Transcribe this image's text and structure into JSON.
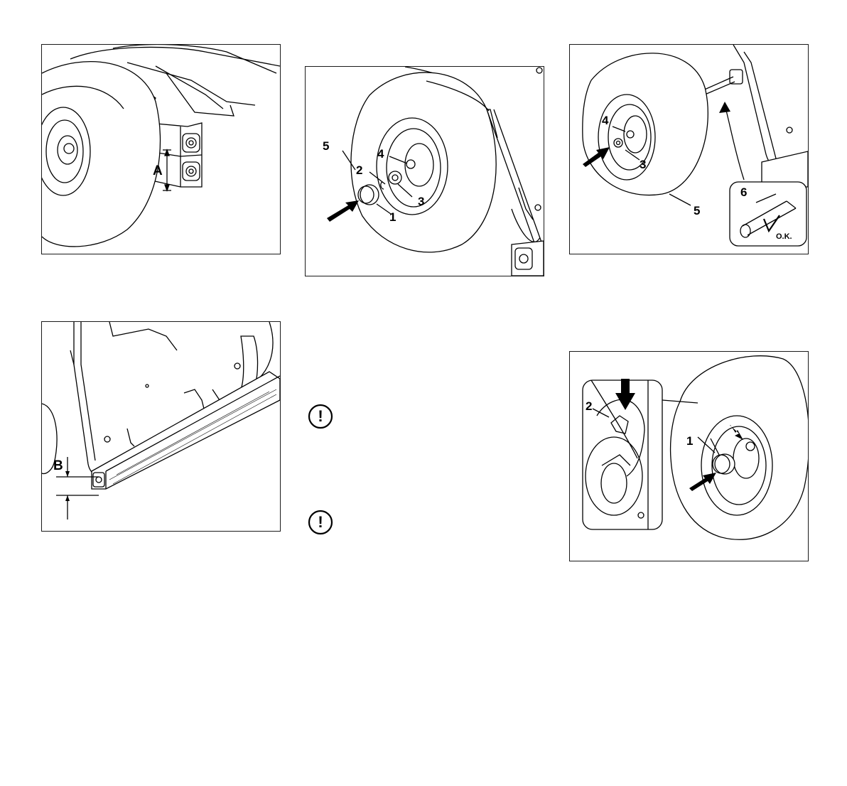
{
  "fig1": {
    "label_a": "A"
  },
  "fig2": {
    "label_1": "1",
    "label_2": "2",
    "label_3": "3",
    "label_4": "4",
    "label_5": "5"
  },
  "fig3": {
    "label_3": "3",
    "label_4": "4",
    "label_5": "5",
    "label_6": "6",
    "ok_text": "O.K."
  },
  "fig4": {
    "label_b": "B"
  },
  "fig5": {
    "label_1": "1",
    "label_2": "2"
  },
  "notices": [
    {
      "symbol": "!"
    },
    {
      "symbol": "!"
    }
  ]
}
